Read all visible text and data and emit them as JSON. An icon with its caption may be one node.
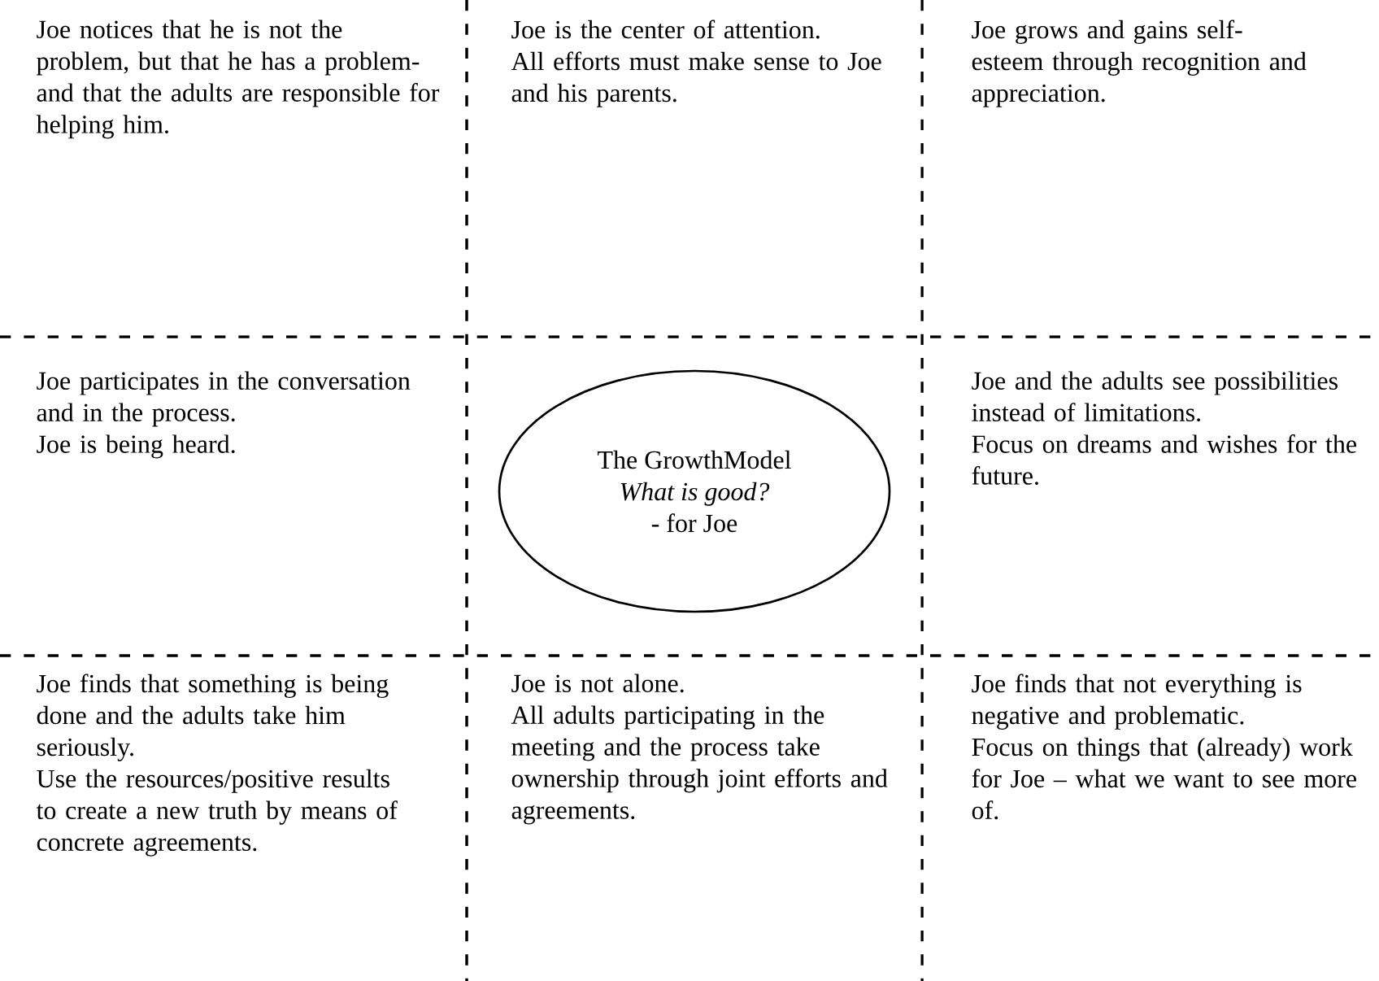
{
  "diagram": {
    "nodes": [
      {
        "text": [
          "The GrowthModel",
          "What is good?",
          "- for Joe"
        ]
      }
    ],
    "edges": [],
    "labels": [
      "Joe notices that he is not the problem, but that he has a problem- and that the adults are responsible for helping him.",
      "Joe is the center of attention.",
      "All efforts must make sense to Joe and his parents.",
      "Joe grows and gains self-esteem through recognition and appreciation.",
      "Joe participates in the conversation and in the process.",
      "Joe is being heard.",
      "Joe and the adults see possibilities instead of limitations.",
      "Focus on dreams and wishes for the future.",
      "Joe finds that something is being done and the adults take him seriously.",
      "Use the resources/positive results to create a new truth by means of concrete agreements.",
      "Joe is not alone.",
      "All adults participating in the meeting and the process take ownership through joint efforts and agreements.",
      "Joe finds that not everything is negative and problematic.",
      "Focus on things that (already) work for Joe – what we want to see more of."
    ]
  }
}
